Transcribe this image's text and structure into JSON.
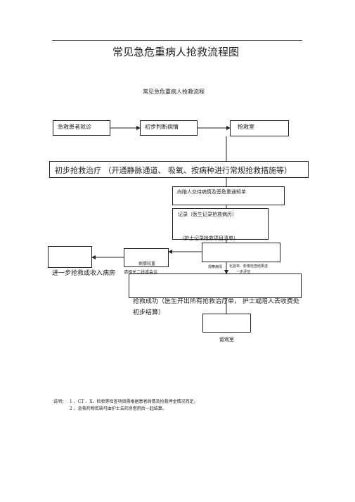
{
  "title": "常见急危重病人抢救流程图",
  "subtitle": "常见急危重病人抢救流程",
  "nodes": {
    "patient_visit": "急救患者就诊",
    "initial_judgment": "初步判断病情",
    "rescue_room": "抢救室",
    "initial_treatment": "初步抢救治疗 （开通静脉通道、 吸氧、按病种进行常规抢救措施等）",
    "notify_family": "向陪人交待病情及签危重通知单",
    "record_doctor": "记录（医生记录抢救病历）",
    "record_nurse": "（护士记录抢救项目清单）",
    "condition_stable": "病情较重",
    "consult": "请相关二线或会诊",
    "further_admit": "进一步抢救或收入病房",
    "observe_condition": "观察病情",
    "lab_tests": "化验单、影像检查结果送",
    "next_step": "一步评估",
    "rescue_success": "抢救成功（医生开出所有抢救治疗单，   护士或陪人去收费处初步结算）",
    "observation_room": "留观室"
  },
  "notes": {
    "label": "说明：",
    "items": [
      "1 、CT 、X、检验等检查项目需根据患者病情及抢救押金情况而定。",
      "2 、急救药物若缺可由护士去药房借用后一起结算。"
    ]
  }
}
